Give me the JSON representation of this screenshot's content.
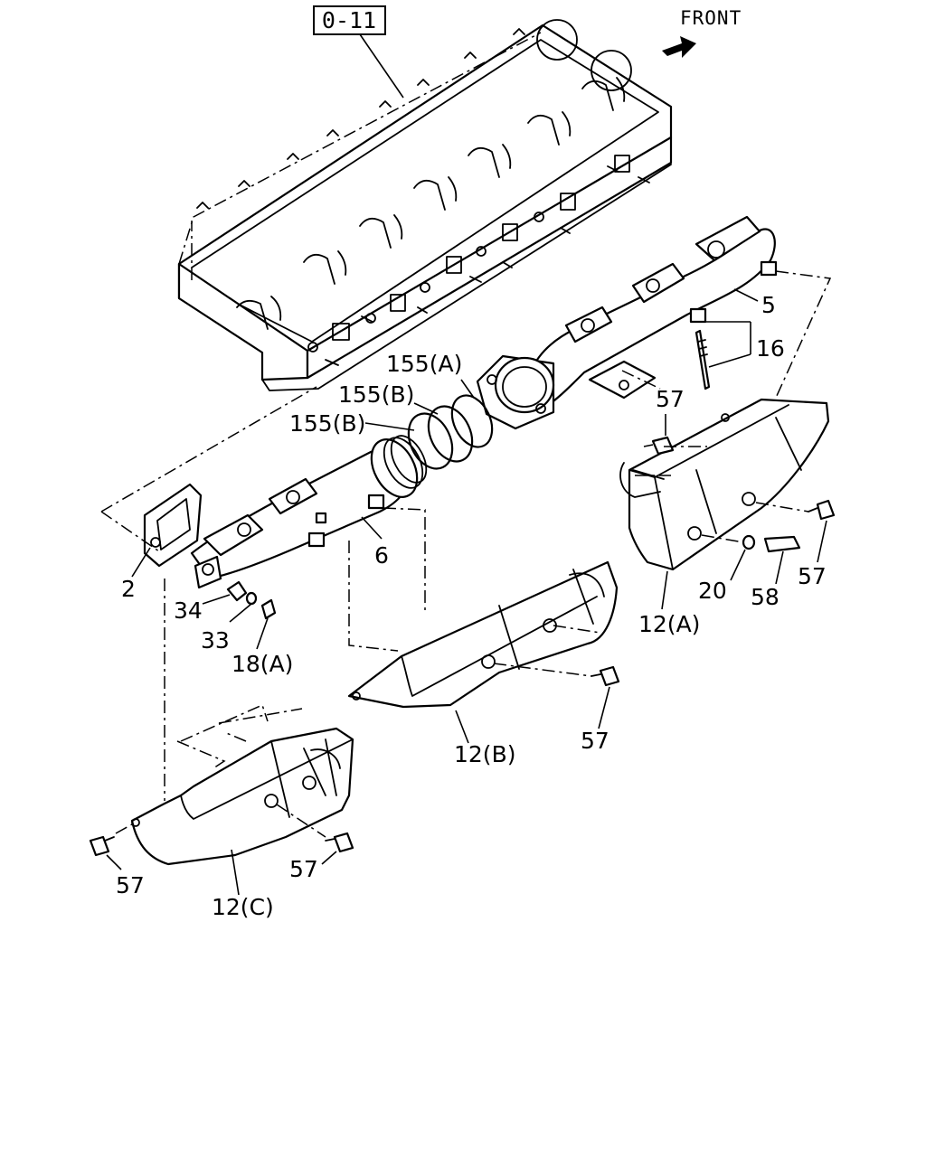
{
  "diagram": {
    "reference_box": "0-11",
    "front_label": "FRONT",
    "callouts": {
      "c155a": "155(A)",
      "c155b_upper": "155(B)",
      "c155b_lower": "155(B)",
      "c5": "5",
      "c16": "16",
      "c57_upper": "57",
      "c6": "6",
      "c2": "2",
      "c34": "34",
      "c33": "33",
      "c18a": "18(A)",
      "c20": "20",
      "c58": "58",
      "c57_right": "57",
      "c12a": "12(A)",
      "c57_mid": "57",
      "c12b": "12(B)",
      "c57_left": "57",
      "c57_lower": "57",
      "c12c": "12(C)"
    }
  }
}
